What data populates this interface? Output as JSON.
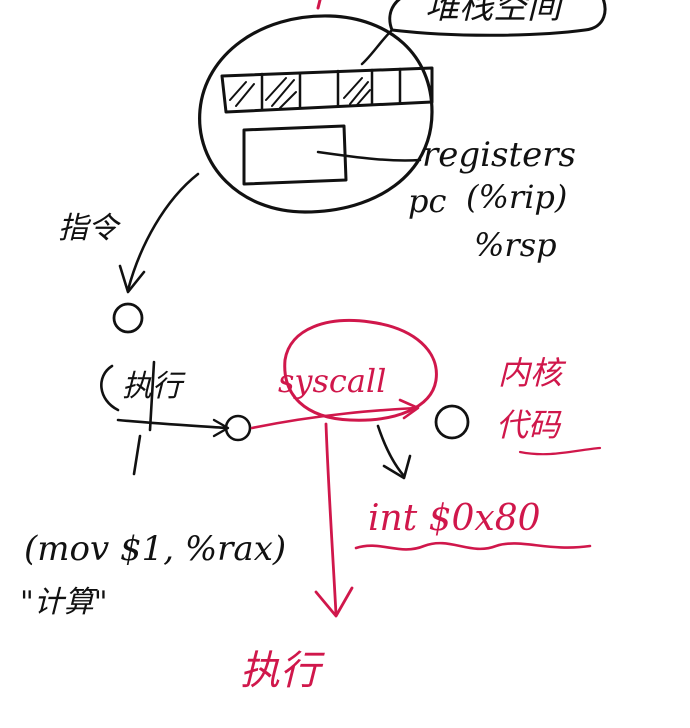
{
  "colors": {
    "ink": "#111111",
    "accent": "#d0174b"
  },
  "labels": {
    "top_bubble": "堆栈空间",
    "registers": "registers",
    "pc": "pc",
    "rip": "(%rip)",
    "rsp": "%rsp",
    "arrow_label": "指令",
    "exec_label": "执行",
    "mov": "(mov $1, %rax)",
    "compute": "\"计算\"",
    "syscall": "syscall",
    "kernel_1": "内核",
    "kernel_2": "代码",
    "int80": "int $0x80",
    "run": "执行"
  }
}
